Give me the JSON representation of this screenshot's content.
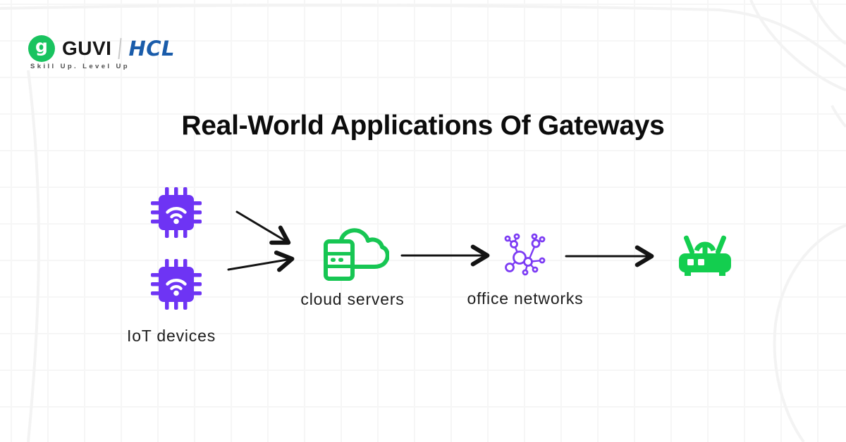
{
  "brand": {
    "logo_letter": "g",
    "name": "GUVI",
    "partner": "HCL",
    "tagline": "Skill Up. Level Up"
  },
  "title": "Real-World Applications Of Gateways",
  "diagram": {
    "nodes": {
      "iot": {
        "label": "IoT devices",
        "icon": "iot-chip-icon",
        "count": 2
      },
      "cloud": {
        "label": "cloud servers",
        "icon": "cloud-server-icon",
        "count": 1
      },
      "office": {
        "label": "office networks",
        "icon": "office-network-icon",
        "count": 1
      },
      "gateway": {
        "icon": "router-icon",
        "count": 1
      }
    },
    "flow": [
      "IoT devices -> cloud servers",
      "IoT devices -> cloud servers",
      "cloud servers -> office networks",
      "office networks -> gateway router"
    ]
  },
  "colors": {
    "accent_purple": "#6e34f4",
    "network_purple": "#7c3bf4",
    "cloud_green": "#17c653",
    "router_green": "#13ce4f",
    "brand_green": "#19c35f",
    "hcl_blue": "#1a5caa",
    "arrow_black": "#131313",
    "text_dark": "#1d1d1d",
    "grid_line": "#f6f6f6"
  }
}
